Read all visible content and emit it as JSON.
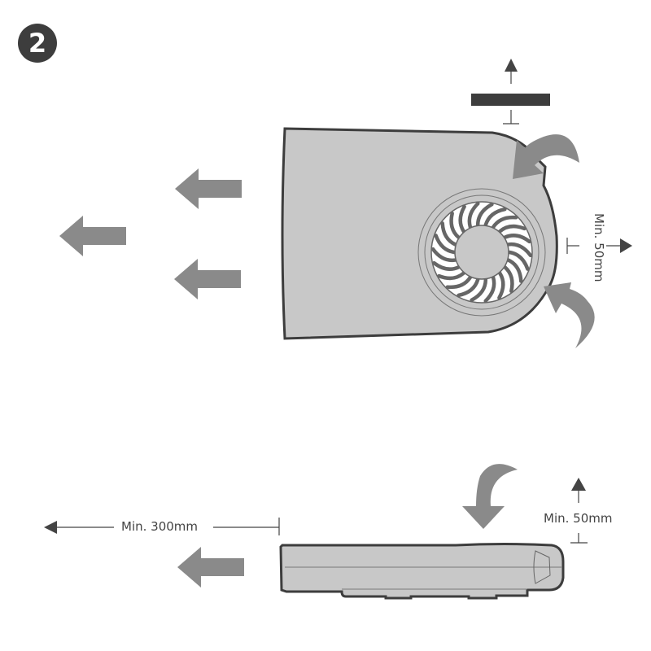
{
  "step_number": "2",
  "top_view": {
    "side_clearance": "Min. 50mm"
  },
  "side_view": {
    "rear_clearance": "Min. 300mm",
    "top_clearance": "Min. 50mm"
  },
  "colors": {
    "body": "#c8c8c8",
    "outline": "#3d3d3d",
    "airflow_arrow": "#8a8a8a",
    "dimension": "#444444"
  }
}
